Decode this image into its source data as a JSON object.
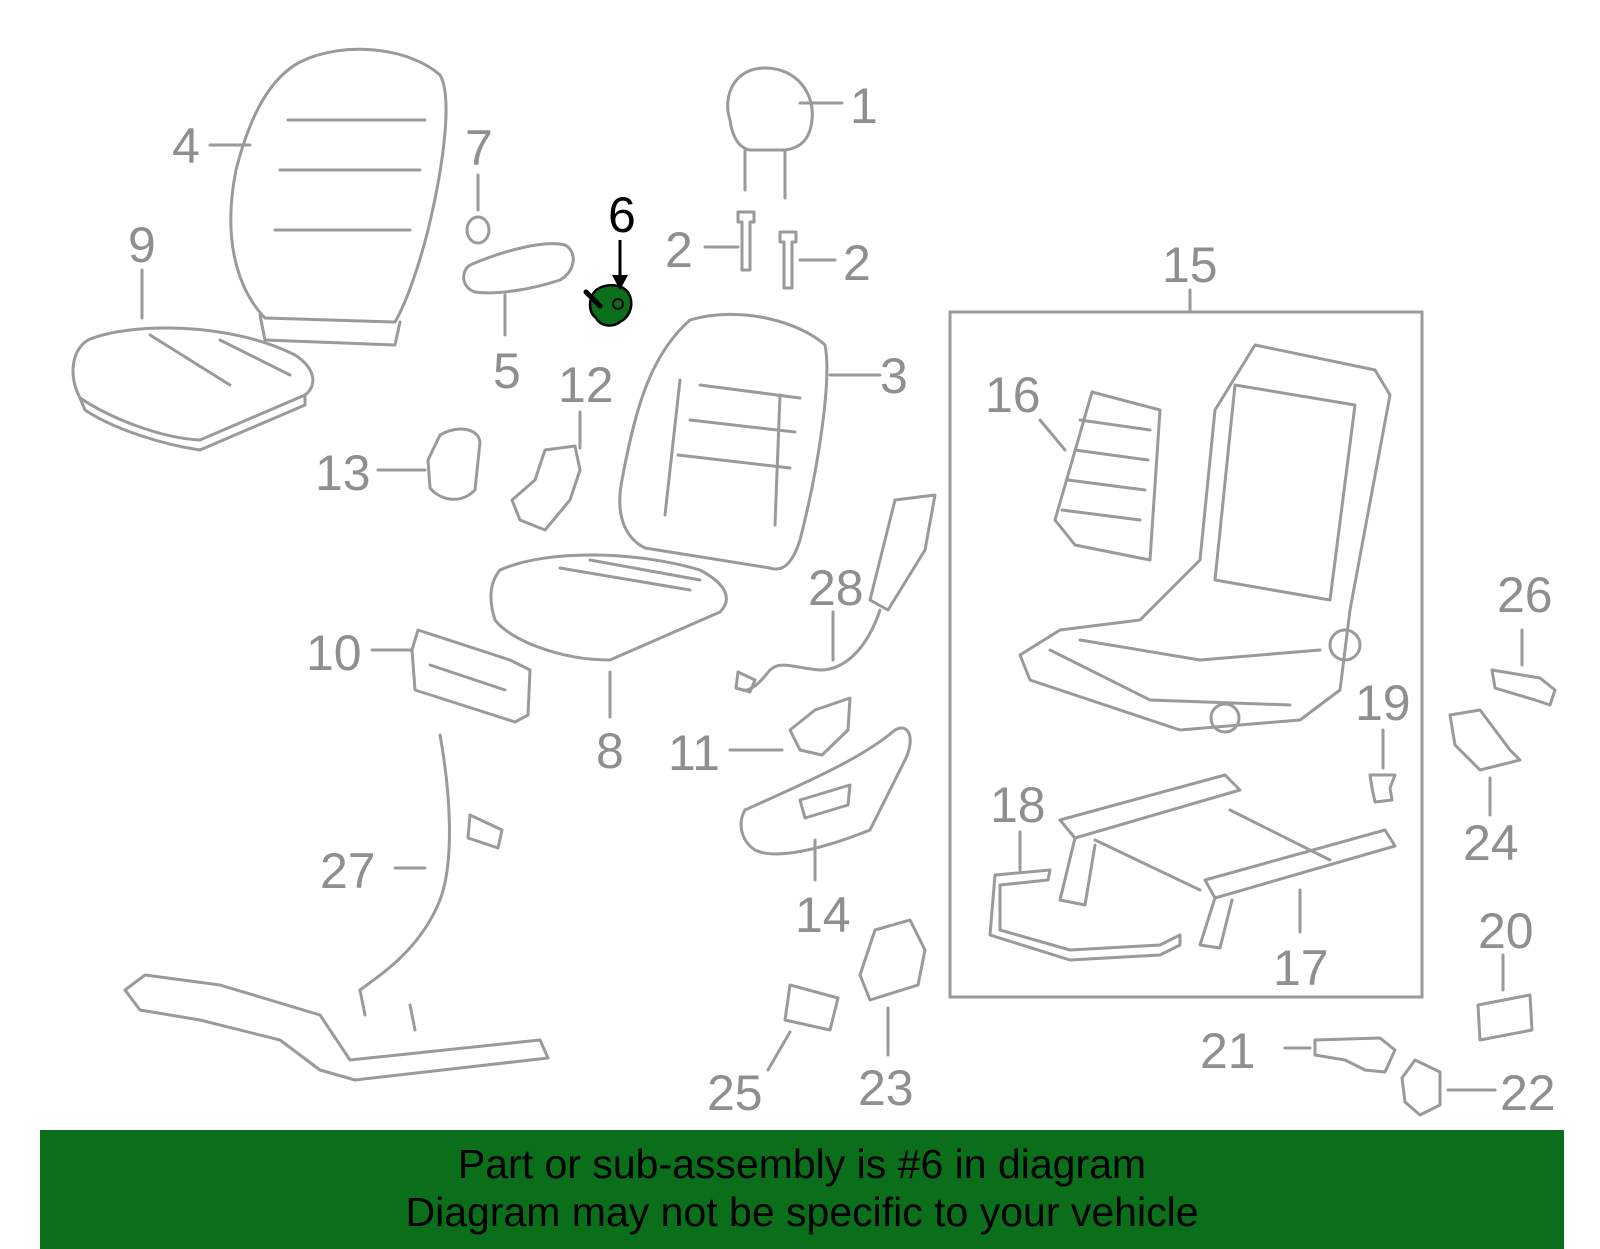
{
  "diagram": {
    "highlighted_part": "6",
    "highlight_color": "#0a6e1a",
    "line_color": "#9a9a9a",
    "labels": {
      "p1": "1",
      "p2a": "2",
      "p2b": "2",
      "p3": "3",
      "p4": "4",
      "p5": "5",
      "p6": "6",
      "p7": "7",
      "p8": "8",
      "p9": "9",
      "p10": "10",
      "p11": "11",
      "p12": "12",
      "p13": "13",
      "p14": "14",
      "p15": "15",
      "p16": "16",
      "p17": "17",
      "p18": "18",
      "p19": "19",
      "p20": "20",
      "p21": "21",
      "p22": "22",
      "p23": "23",
      "p24": "24",
      "p25": "25",
      "p26": "26",
      "p27": "27",
      "p28": "28"
    }
  },
  "footer": {
    "line1": "Part or sub-assembly is #6 in diagram",
    "line2": "Diagram may not be specific to your vehicle",
    "background": "#0a6e1a"
  }
}
